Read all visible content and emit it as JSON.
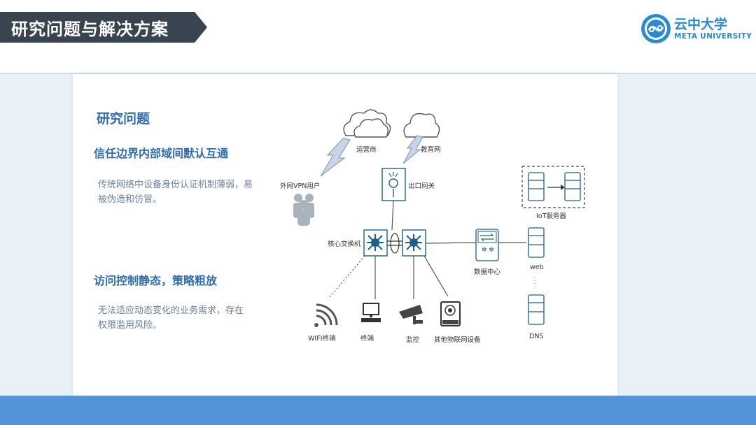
{
  "header": {
    "title": "研究问题与解决方案",
    "logo_name": "云中大学",
    "logo_subtitle": "META UNIVERSITY"
  },
  "left_panel": {
    "heading": "研究问题",
    "issues": [
      {
        "title": "信任边界内部域间默认互通",
        "description": "传统网络中设备身份认证机制薄弱，易被伪造和仿冒。"
      },
      {
        "title": "访问控制静态，策略粗放",
        "description": "无法适应动态变化的业务需求，存在权限滥用风险。"
      }
    ]
  },
  "diagram": {
    "nodes": {
      "isp": "运营商",
      "edu_net": "教育网",
      "vpn_user": "外网VPN用户",
      "gateway": "出口网关",
      "core_switch": "核心交换机",
      "data_center": "数据中心",
      "iot_server": "IoT服务器",
      "web": "web",
      "dns": "DNS",
      "wifi": "WIFI终端",
      "terminal": "终端",
      "monitor": "监控",
      "iot_devices": "其他物联网设备"
    }
  },
  "colors": {
    "banner": "#3a4451",
    "accent": "#2e6db4",
    "footer": "#5294d6",
    "node_blue": "#1f5f8b"
  }
}
